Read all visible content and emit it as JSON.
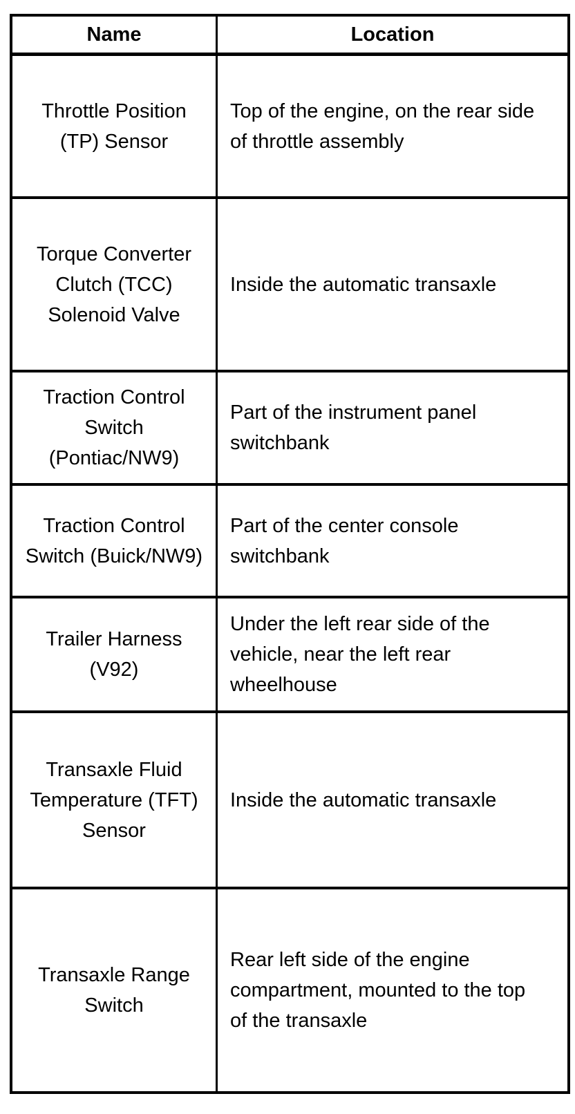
{
  "table": {
    "columns": {
      "name": "Name",
      "location": "Location"
    },
    "rows": [
      {
        "name": "Throttle Position (TP) Sensor",
        "location": "Top of the engine, on the rear side of throttle assembly"
      },
      {
        "name": "Torque Converter Clutch (TCC) Solenoid Valve",
        "location": "Inside the automatic transaxle"
      },
      {
        "name": "Traction Control Switch (Pontiac/NW9)",
        "location": "Part of the instrument panel switchbank"
      },
      {
        "name": "Traction Control Switch (Buick/NW9)",
        "location": "Part of the center console switchbank"
      },
      {
        "name": "Trailer Harness (V92)",
        "location": "Under the left rear side of the vehicle, near the left rear wheelhouse"
      },
      {
        "name": "Transaxle Fluid Temperature (TFT) Sensor",
        "location": "Inside the automatic transaxle"
      },
      {
        "name": "Transaxle Range Switch",
        "location": "Rear left side of the engine compartment, mounted to the top of the transaxle"
      }
    ],
    "colors": {
      "border": "#000000",
      "text": "#000000",
      "background": "#ffffff"
    }
  }
}
